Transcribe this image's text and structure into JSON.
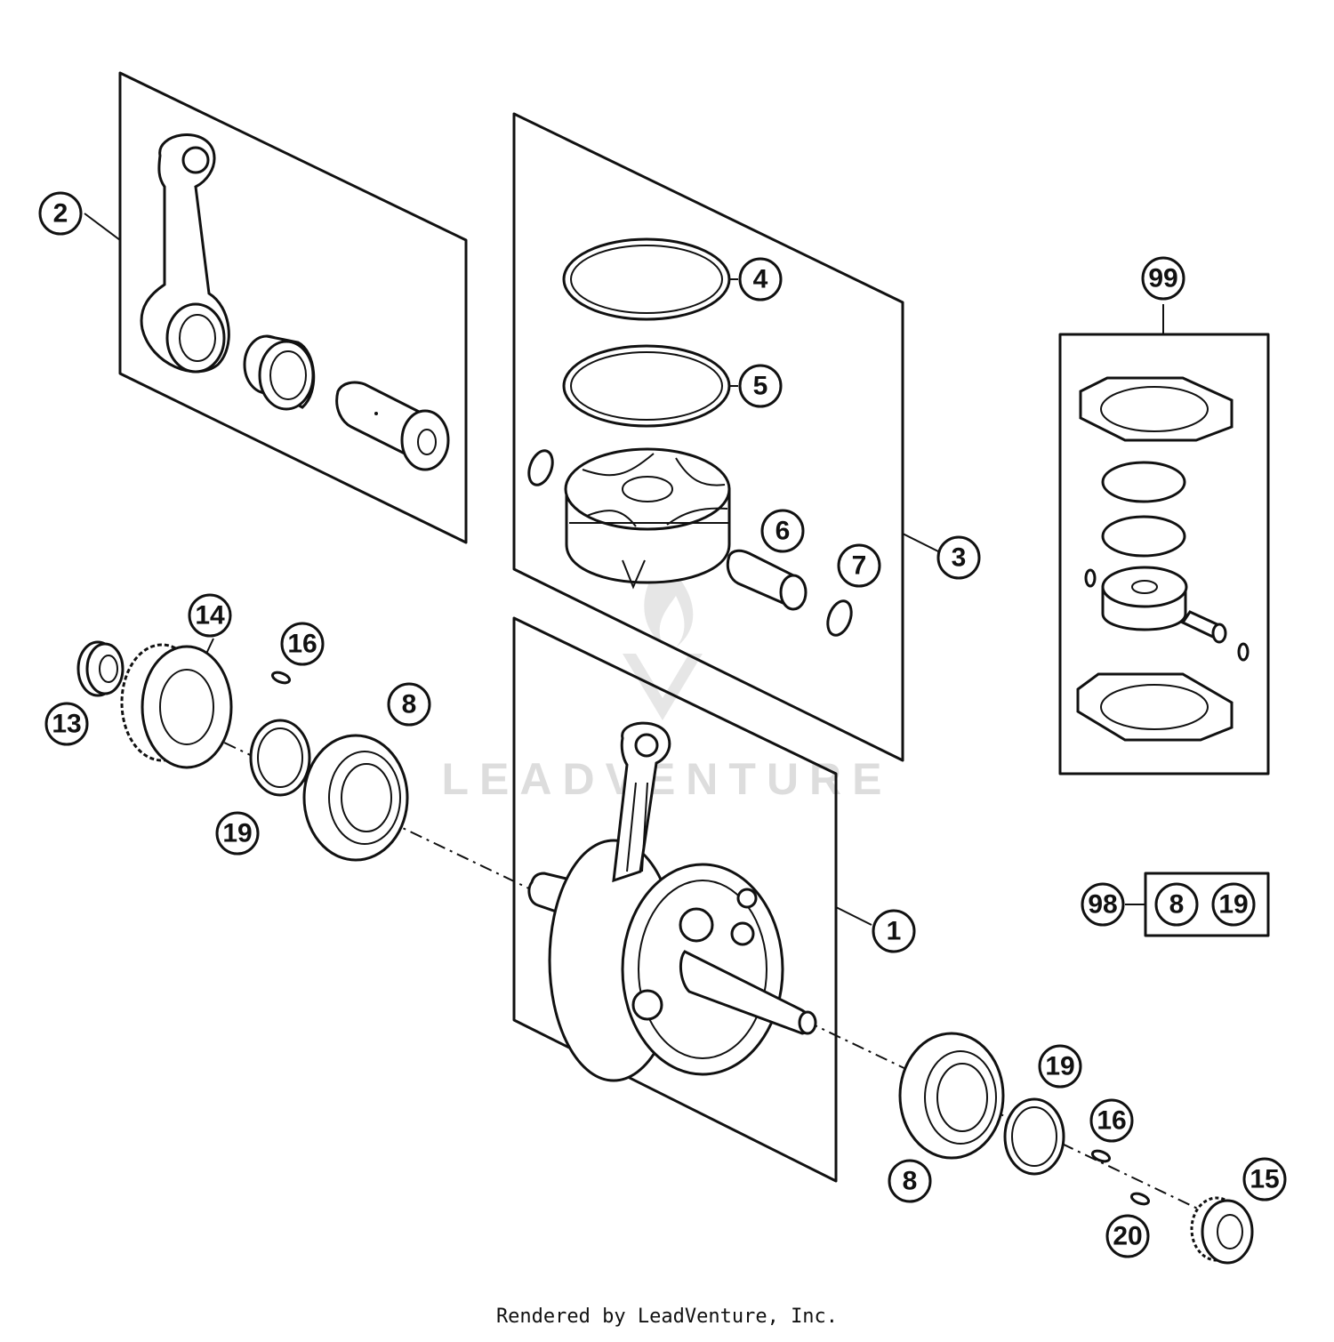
{
  "watermark": "LEADVENTURE",
  "footer": "Rendered by LeadVenture, Inc.",
  "callouts": [
    {
      "id": "c1",
      "label": "1"
    },
    {
      "id": "c2",
      "label": "2"
    },
    {
      "id": "c3",
      "label": "3"
    },
    {
      "id": "c4",
      "label": "4"
    },
    {
      "id": "c5",
      "label": "5"
    },
    {
      "id": "c6",
      "label": "6"
    },
    {
      "id": "c7",
      "label": "7"
    },
    {
      "id": "c8a",
      "label": "8"
    },
    {
      "id": "c8b",
      "label": "8"
    },
    {
      "id": "c8k",
      "label": "8"
    },
    {
      "id": "c13",
      "label": "13"
    },
    {
      "id": "c14",
      "label": "14"
    },
    {
      "id": "c15",
      "label": "15"
    },
    {
      "id": "c16a",
      "label": "16"
    },
    {
      "id": "c16b",
      "label": "16"
    },
    {
      "id": "c19a",
      "label": "19"
    },
    {
      "id": "c19b",
      "label": "19"
    },
    {
      "id": "c19k",
      "label": "19"
    },
    {
      "id": "c20",
      "label": "20"
    },
    {
      "id": "c98",
      "label": "98"
    },
    {
      "id": "c99",
      "label": "99"
    }
  ]
}
